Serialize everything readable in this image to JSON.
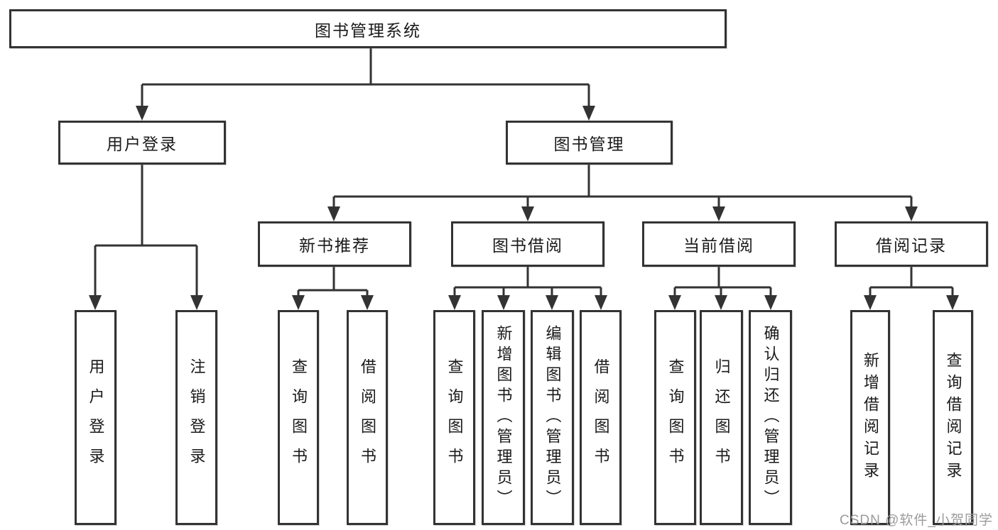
{
  "diagram": {
    "tree": {
      "label": "图书管理系统",
      "children": [
        {
          "label": "用户登录",
          "children": [
            {
              "label": "用户登录"
            },
            {
              "label": "注销登录"
            }
          ]
        },
        {
          "label": "图书管理",
          "children": [
            {
              "label": "新书推荐",
              "children": [
                {
                  "label": "查询图书"
                },
                {
                  "label": "借阅图书"
                }
              ]
            },
            {
              "label": "图书借阅",
              "children": [
                {
                  "label": "查询图书"
                },
                {
                  "label": "新增图书（管理员）"
                },
                {
                  "label": "编辑图书（管理员）"
                },
                {
                  "label": "借阅图书"
                }
              ]
            },
            {
              "label": "当前借阅",
              "children": [
                {
                  "label": "查询图书"
                },
                {
                  "label": "归还图书"
                },
                {
                  "label": "确认归还（管理员）"
                }
              ]
            },
            {
              "label": "借阅记录",
              "children": [
                {
                  "label": "新增借阅记录"
                },
                {
                  "label": "查询借阅记录"
                }
              ]
            }
          ]
        }
      ]
    }
  },
  "watermark": {
    "text": "CSDN @软件_小贺同学"
  },
  "colors": {
    "line": "#333333",
    "box_border": "#333333",
    "box_fill": "#ffffff",
    "text": "#1a1a1a",
    "watermark": "#9b9b9b",
    "background": "#ffffff"
  }
}
